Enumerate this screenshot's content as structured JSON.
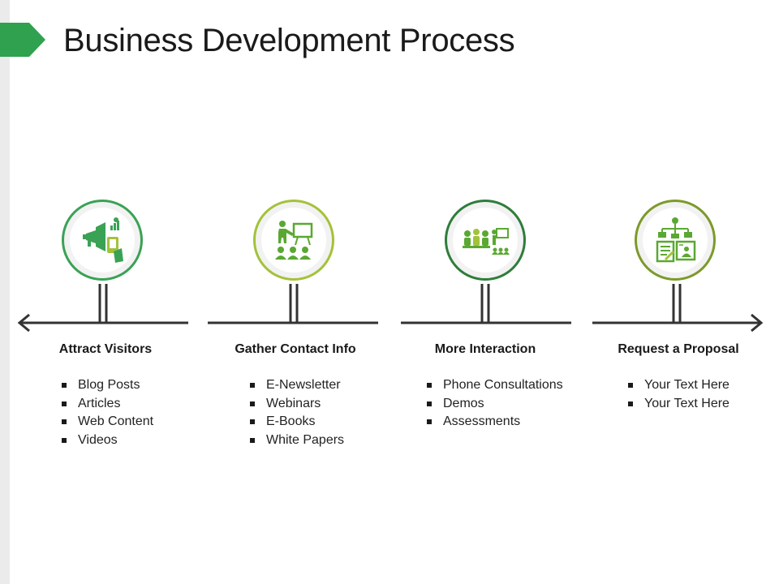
{
  "page": {
    "title": "Business Development Process"
  },
  "colors": {
    "accent": "#2fa14f",
    "step1": "#3aa255",
    "step2": "#a3c23a",
    "step3": "#2e7d3a",
    "step4": "#7c9a2a",
    "line": "#333333"
  },
  "steps": [
    {
      "title": "Attract Visitors",
      "icon": "megaphone-marketing-icon",
      "bullets": [
        "Blog Posts",
        "Articles",
        "Web Content",
        "Videos"
      ]
    },
    {
      "title": "Gather Contact Info",
      "icon": "presentation-audience-icon",
      "bullets": [
        "E-Newsletter",
        "Webinars",
        "E-Books",
        "White Papers"
      ]
    },
    {
      "title": "More Interaction",
      "icon": "meeting-presentation-icon",
      "bullets": [
        "Phone Consultations",
        "Demos",
        "Assessments"
      ]
    },
    {
      "title": "Request a Proposal",
      "icon": "org-chart-documents-icon",
      "bullets": [
        "Your Text Here",
        "Your Text Here"
      ]
    }
  ]
}
